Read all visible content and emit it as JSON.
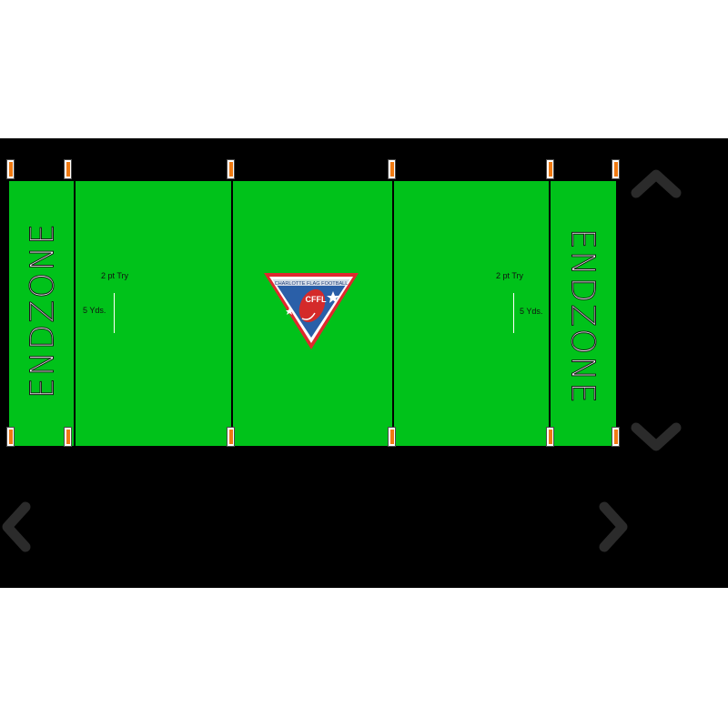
{
  "field": {
    "endzone_left": "ENDZONE",
    "endzone_right": "ENDZONE",
    "try_left": "2 pt Try",
    "yds_left": "5 Yds.",
    "try_right": "2 pt Try",
    "yds_right": "5 Yds."
  },
  "logo": {
    "league_text": "CHARLOTTE FLAG FOOTBALL",
    "monogram": "CFFL"
  },
  "colors": {
    "turf": "#00c21a",
    "background_band": "#000000",
    "pylon": "#f07a12",
    "logo_red": "#e0282e",
    "logo_blue": "#2a5fa8"
  },
  "icons": {
    "pylon": "pylon-icon",
    "chevron_up": "chevron-up-icon",
    "chevron_down": "chevron-down-icon",
    "chevron_left": "chevron-left-icon",
    "chevron_right": "chevron-right-icon"
  }
}
